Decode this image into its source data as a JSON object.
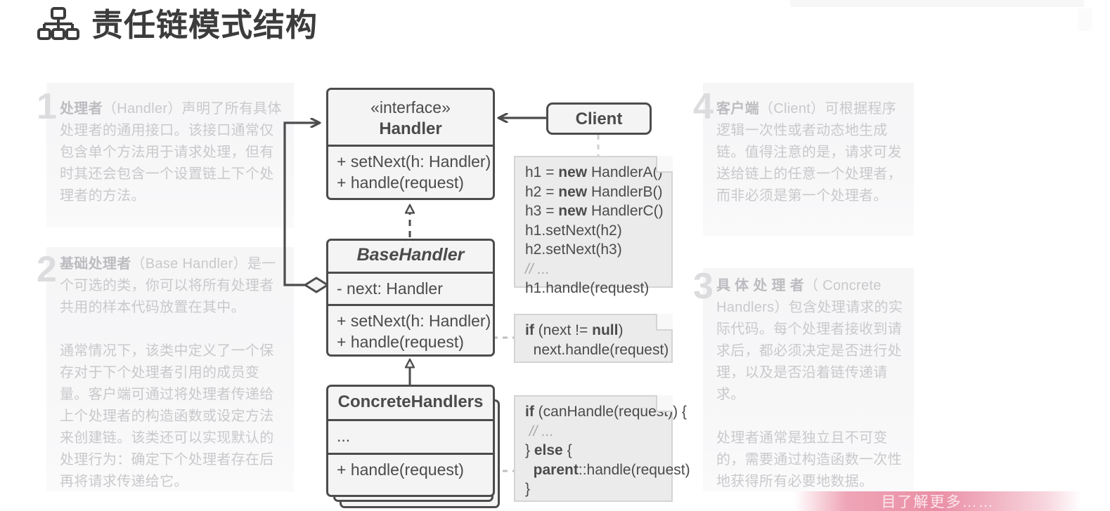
{
  "page": {
    "title": "责任链模式结构",
    "title_icon": "hierarchy-icon"
  },
  "descriptions": [
    {
      "number": "1",
      "paragraphs": [
        "<b>处理者</b>（Handler）声明了所有具体处理者的通用接口。该接口通常仅包含单个方法用于请求处理，但有时其还会包含一个设置链上下个处理者的方法。"
      ]
    },
    {
      "number": "2",
      "paragraphs": [
        "<b>基础处理者</b>（Base Handler）是一个可选的类，你可以将所有处理者共用的样本代码放置在其中。",
        "通常情况下，该类中定义了一个保存对于下个处理者引用的成员变量。客户端可通过将处理者传递给上个处理者的构造函数或设定方法来创建链。该类还可以实现默认的处理行为：确定下个处理者存在后再将请求传递给它。"
      ]
    },
    {
      "number": "3",
      "paragraphs": [
        "<b>具 体 处 理 者</b>（ Concrete Handlers）包含处理请求的实际代码。每个处理者接收到请求后，都必须决定是否进行处理，以及是否沿着链传递请求。",
        "处理者通常是独立且不可变的，需要通过构造函数一次性地获得所有必要地数据。"
      ]
    },
    {
      "number": "4",
      "paragraphs": [
        "<b>客户端</b>（Client）可根据程序逻辑一次性或者动态地生成链。值得注意的是，请求可发送给链上的任意一个处理者，而非必须是第一个处理者。"
      ]
    }
  ],
  "uml": {
    "handler": {
      "stereotype": "«interface»",
      "name": "Handler",
      "methods": [
        "+ setNext(h: Handler)",
        "+ handle(request)"
      ]
    },
    "base_handler": {
      "name": "BaseHandler",
      "fields": [
        "- next: Handler"
      ],
      "methods": [
        "+ setNext(h: Handler)",
        "+ handle(request)"
      ]
    },
    "concrete_handlers": {
      "name": "ConcreteHandlers",
      "fields": [
        "..."
      ],
      "methods": [
        "+ handle(request)"
      ]
    },
    "client": {
      "name": "Client"
    }
  },
  "notes": {
    "client_code": [
      {
        "pre": "h1 = ",
        "kw": "new",
        "post": " HandlerA()"
      },
      {
        "pre": "h2 = ",
        "kw": "new",
        "post": " HandlerB()"
      },
      {
        "pre": "h3 = ",
        "kw": "new",
        "post": " HandlerC()"
      },
      {
        "pre": "h1.setNext(h2)",
        "kw": "",
        "post": ""
      },
      {
        "pre": "h2.setNext(h3)",
        "kw": "",
        "post": ""
      },
      {
        "pre": "",
        "kw": "",
        "post": "",
        "comment": "// ..."
      },
      {
        "pre": "h1.handle(request)",
        "kw": "",
        "post": ""
      }
    ],
    "base_handle_code": [
      {
        "kw": "if",
        "pre": "",
        "mid": " (next != ",
        "kw2": "null",
        "post": ")"
      },
      {
        "plain": "  next.handle(request)"
      }
    ],
    "concrete_handle_code": [
      {
        "kw": "if",
        "mid": " (canHandle(request)) {"
      },
      {
        "comment": " // ..."
      },
      {
        "plain": "} ",
        "kw": "else",
        "post": " {"
      },
      {
        "plain": "  ",
        "kw": "parent",
        "post": "::handle(request)"
      },
      {
        "plain": "}"
      }
    ]
  },
  "banner": {
    "text": "目了解更多……"
  },
  "colors": {
    "title": "#3c3c3c",
    "box_border": "#4c4c4c",
    "box_fill": "#f4f4f5",
    "note_fill": "#ebebec",
    "note_border": "#d4d4d6",
    "desc_text": "#c9c9cc",
    "desc_number": "#dcdcde",
    "banner": "#e8829b"
  }
}
